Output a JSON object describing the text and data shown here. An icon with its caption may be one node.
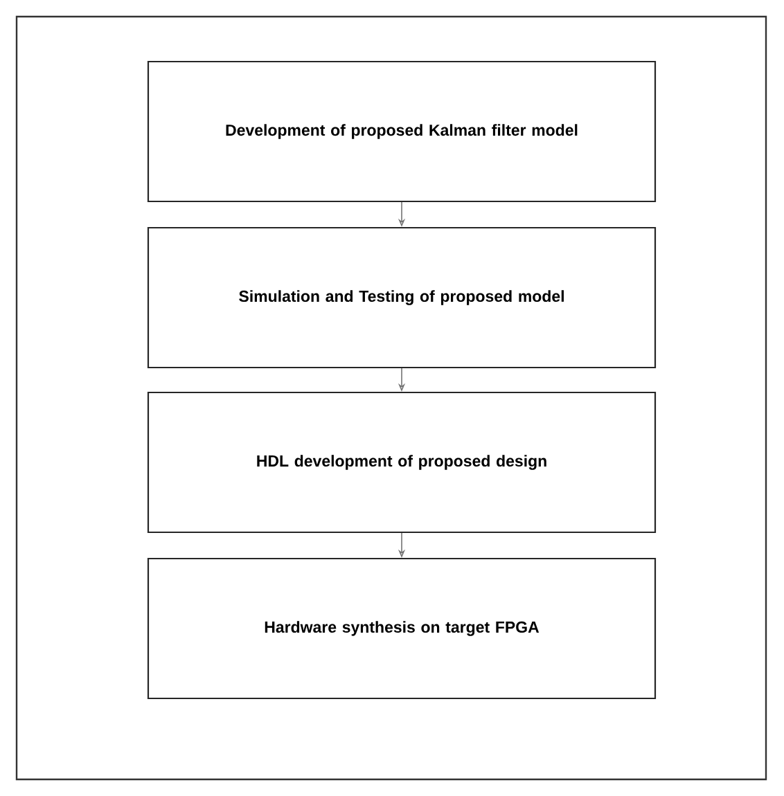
{
  "diagram": {
    "nodes": [
      {
        "text": [
          "Development of proposed  Kalman filter model"
        ]
      },
      {
        "text": [
          "Simulation and Testing of proposed model"
        ]
      },
      {
        "text": [
          "HDL development of proposed  design"
        ]
      },
      {
        "text": [
          "Hardware synthesis on target FPGA"
        ]
      }
    ],
    "edges": [
      {
        "from": 0,
        "to": 1,
        "arrow": "to"
      },
      {
        "from": 1,
        "to": 2,
        "arrow": "to"
      },
      {
        "from": 2,
        "to": 3,
        "arrow": "to"
      }
    ]
  }
}
